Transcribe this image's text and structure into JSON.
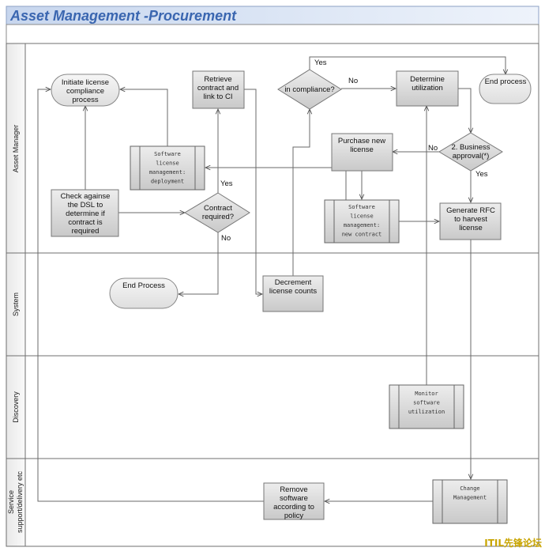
{
  "title": "Asset Management -Procurement",
  "lanes": [
    "Asset Manager",
    "System",
    "Discovery",
    "Service support/delivery etc"
  ],
  "nodes": {
    "initiate": [
      "Initiate license",
      "compliance",
      "process"
    ],
    "retrieve": [
      "Retrieve",
      "contract and",
      "link to CI"
    ],
    "in_compliance": [
      "in compliance?"
    ],
    "determine": [
      "Determine",
      "utilization"
    ],
    "end_top": [
      "End process"
    ],
    "sw_deploy": [
      "Software",
      "license",
      "management:",
      "deployment"
    ],
    "purchase": [
      "Purchase new",
      "license"
    ],
    "business_approval": [
      "2. Business",
      "approval(*)"
    ],
    "check_dsl": [
      "Check againse",
      "the DSL to",
      "determine if",
      "contract is",
      "required"
    ],
    "contract_req": [
      "Contract",
      "required?"
    ],
    "sw_newcontract": [
      "Software",
      "license",
      "management:",
      "new contract"
    ],
    "generate_rfc": [
      "Generate RFC",
      "to harvest",
      "license"
    ],
    "end_system": [
      "End Process"
    ],
    "decrement": [
      "Decrement",
      "license counts"
    ],
    "monitor": [
      "Monitor",
      "software",
      "utilization"
    ],
    "change_mgmt": [
      "Change",
      "Management"
    ],
    "remove": [
      "Remove",
      "software",
      "according to",
      "policy"
    ]
  },
  "edge_labels": {
    "yes_top": "Yes",
    "no_compliance": "No",
    "no_approval": "No",
    "yes_approval": "Yes",
    "yes_contract": "Yes",
    "no_contract": "No"
  },
  "watermark": "ITIL先锋论坛"
}
